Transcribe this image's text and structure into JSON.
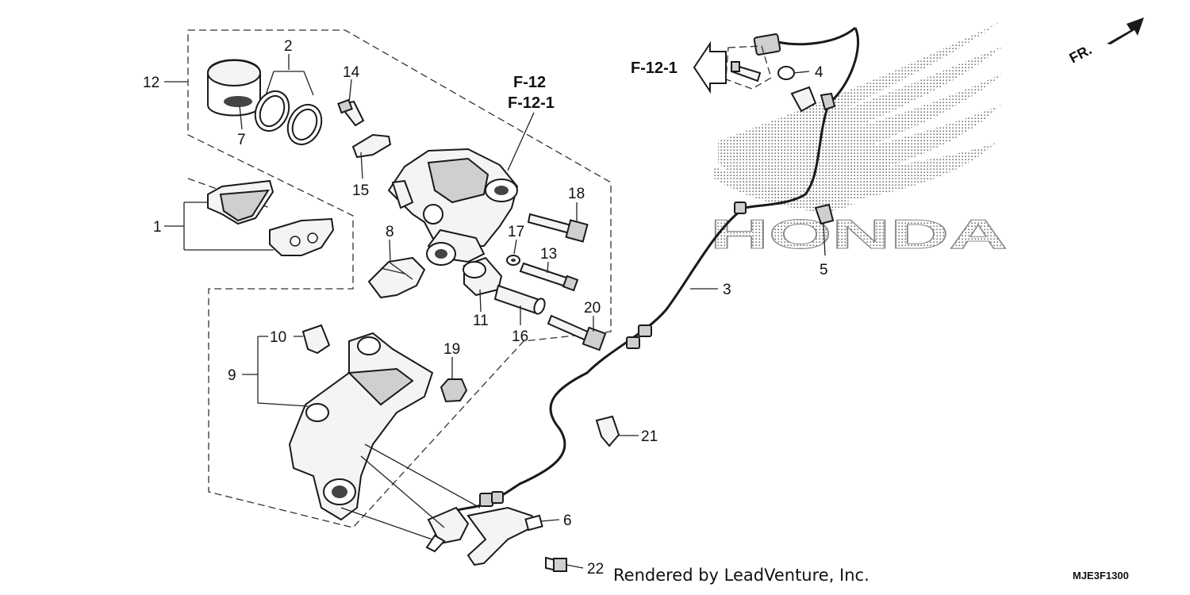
{
  "references": {
    "caliper_ref_1": "F-12",
    "caliper_ref_2": "F-12-1",
    "bolt_ref": "F-12-1"
  },
  "front_indicator": "FR.",
  "brand_watermark": "HONDA",
  "footer": {
    "rendered_by": "Rendered by LeadVenture, Inc.",
    "diagram_code": "MJE3F1300"
  },
  "callouts": {
    "c1": "1",
    "c2": "2",
    "c3": "3",
    "c4": "4",
    "c5": "5",
    "c6": "6",
    "c7": "7",
    "c8": "8",
    "c9": "9",
    "c10": "10",
    "c11": "11",
    "c12": "12",
    "c13": "13",
    "c14": "14",
    "c15": "15",
    "c16": "16",
    "c17": "17",
    "c18": "18",
    "c19": "19",
    "c20": "20",
    "c21": "21",
    "c22": "22"
  }
}
